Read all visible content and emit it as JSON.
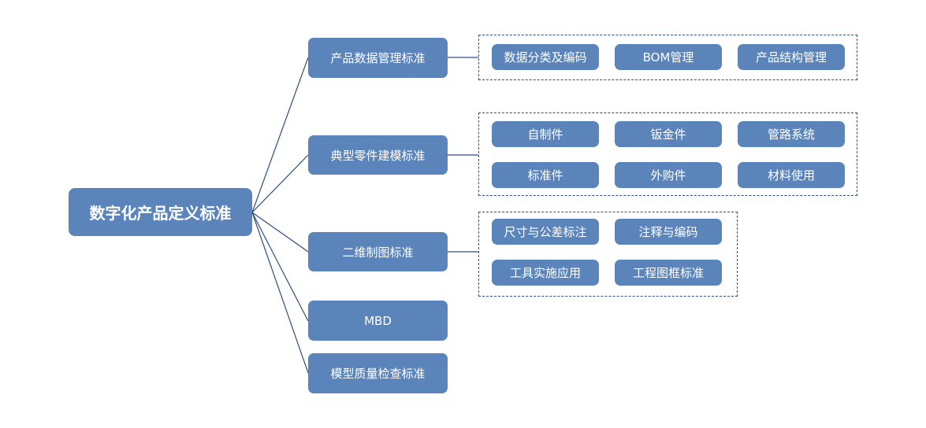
{
  "root": {
    "label": "数字化产品定义标准"
  },
  "branches": [
    {
      "label": "产品数据管理标准",
      "children": [
        "数据分类及编码",
        "BOM管理",
        "产品结构管理"
      ]
    },
    {
      "label": "典型零件建模标准",
      "children": [
        "自制件",
        "钣金件",
        "管路系统",
        "标准件",
        "外购件",
        "材料使用"
      ]
    },
    {
      "label": "二维制图标准",
      "children": [
        "尺寸与公差标注",
        "注释与编码",
        "工具实施应用",
        "工程图框标准"
      ]
    },
    {
      "label": "MBD",
      "children": []
    },
    {
      "label": "模型质量检查标准",
      "children": []
    }
  ],
  "colors": {
    "node_fill": "#5b84bb",
    "node_text": "#ffffff",
    "line": "#2e4f7e"
  }
}
